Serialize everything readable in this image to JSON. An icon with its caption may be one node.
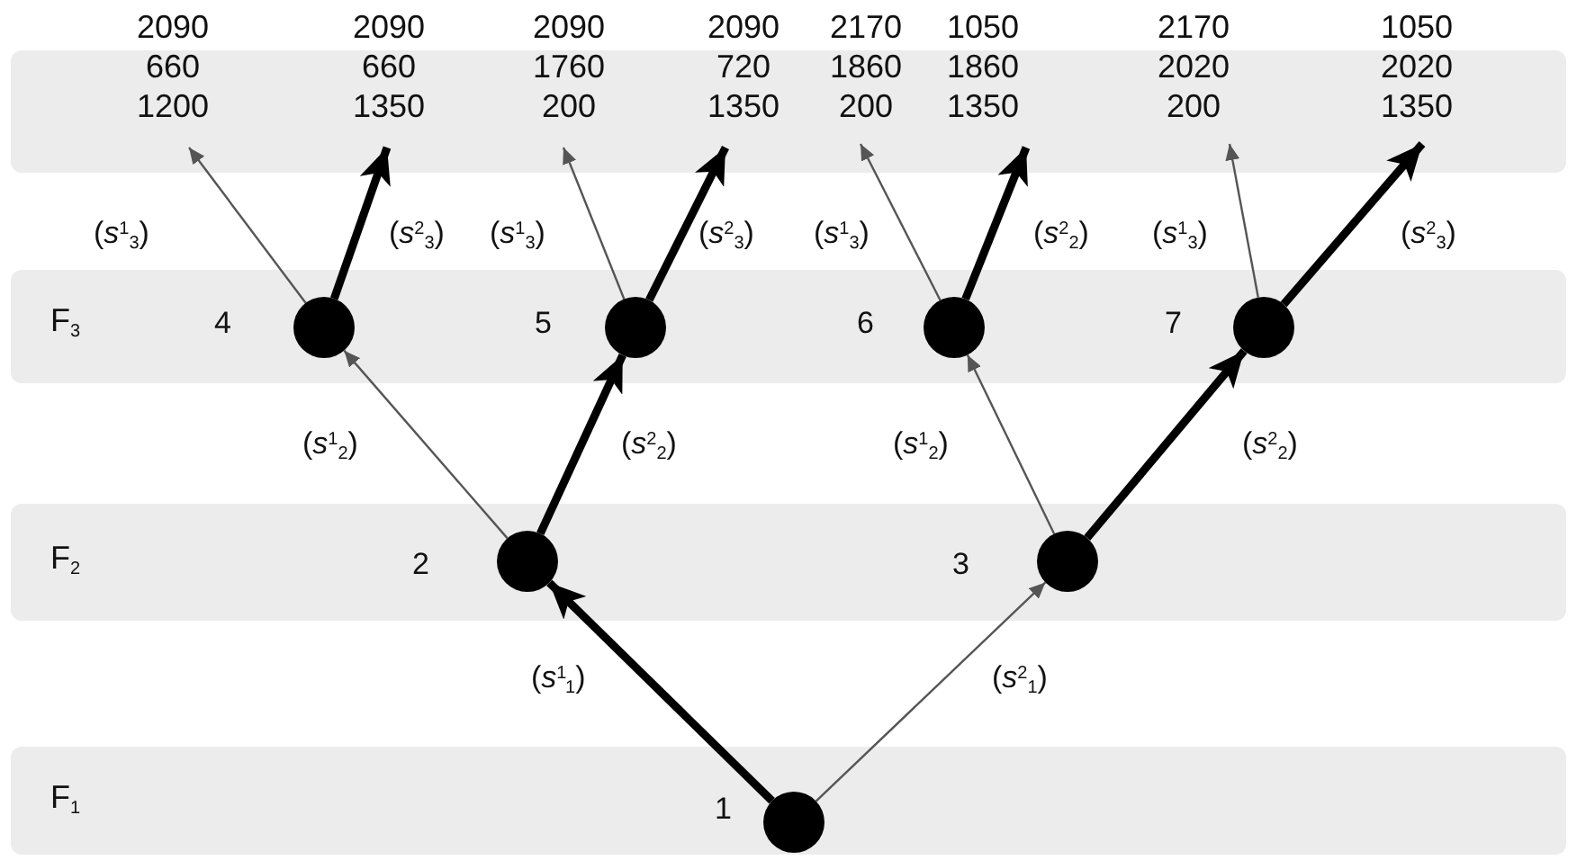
{
  "diagram": {
    "nodes": [
      {
        "text": [],
        "shape": "band"
      },
      {
        "text": [
          "F$_{3}$"
        ]
      },
      {
        "text": [
          "F$_{2}$"
        ]
      },
      {
        "text": [
          "F$_{1}$"
        ]
      },
      {
        "text": [],
        "shape": "circle",
        "beside": [
          "1"
        ],
        "in": 3
      },
      {
        "text": [],
        "shape": "circle",
        "beside": [
          "2"
        ],
        "in": 2
      },
      {
        "text": [],
        "shape": "circle",
        "beside": [
          "3"
        ],
        "in": 2
      },
      {
        "text": [],
        "shape": "circle",
        "beside": [
          "4"
        ],
        "in": 1
      },
      {
        "text": [],
        "shape": "circle",
        "beside": [
          "5"
        ],
        "in": 1
      },
      {
        "text": [],
        "shape": "circle",
        "beside": [
          "6"
        ],
        "in": 1
      },
      {
        "text": [],
        "shape": "circle",
        "beside": [
          "7"
        ],
        "in": 1
      },
      {
        "text": [
          "2090 660 1200"
        ],
        "in": 0
      },
      {
        "text": [
          "2090 660 1350"
        ],
        "in": 0
      },
      {
        "text": [
          "2090 1760 200"
        ],
        "in": 0
      },
      {
        "text": [
          "2090 720 1350"
        ],
        "in": 0
      },
      {
        "text": [
          "2170 1860 200"
        ],
        "in": 0
      },
      {
        "text": [
          "1050 1860 1350"
        ],
        "in": 0
      },
      {
        "text": [
          "2170 2020 200"
        ],
        "in": 0
      },
      {
        "text": [
          "1050 2020 1350"
        ],
        "in": 0
      }
    ],
    "edges": [
      {
        "from": 4,
        "to": 5,
        "arrow": "to",
        "label": "(*s*$^{1}$$_{1}$)",
        "style": "thick"
      },
      {
        "from": 4,
        "to": 6,
        "arrow": "to",
        "label": "(*s*$^{2}$$_{1}$)"
      },
      {
        "from": 5,
        "to": 7,
        "arrow": "to",
        "label": "(*s*$^{1}$$_{2}$)"
      },
      {
        "from": 5,
        "to": 8,
        "arrow": "to",
        "label": "(*s*$^{2}$$_{2}$)",
        "style": "thick"
      },
      {
        "from": 6,
        "to": 9,
        "arrow": "to",
        "label": "(*s*$^{1}$$_{2}$)"
      },
      {
        "from": 6,
        "to": 10,
        "arrow": "to",
        "label": "(*s*$^{2}$$_{2}$)",
        "style": "thick"
      },
      {
        "from": 7,
        "to": 11,
        "arrow": "to",
        "label": "(*s*$^{1}$$_{3}$)"
      },
      {
        "from": 7,
        "to": 12,
        "arrow": "to",
        "label": "(*s*$^{2}$$_{3}$)",
        "style": "thick"
      },
      {
        "from": 8,
        "to": 13,
        "arrow": "to",
        "label": "(*s*$^{1}$$_{3}$)"
      },
      {
        "from": 8,
        "to": 14,
        "arrow": "to",
        "label": "(*s*$^{2}$$_{3}$)",
        "style": "thick"
      },
      {
        "from": 9,
        "to": 15,
        "arrow": "to",
        "label": "(*s*$^{1}$$_{3}$)"
      },
      {
        "from": 9,
        "to": 16,
        "arrow": "to",
        "label": "(*s*$^{2}$$_{2}$)",
        "style": "thick"
      },
      {
        "from": 10,
        "to": 17,
        "arrow": "to",
        "label": "(*s*$^{1}$$_{3}$)"
      },
      {
        "from": 10,
        "to": 18,
        "arrow": "to",
        "label": "(*s*$^{2}$$_{3}$)",
        "style": "thick"
      }
    ]
  }
}
